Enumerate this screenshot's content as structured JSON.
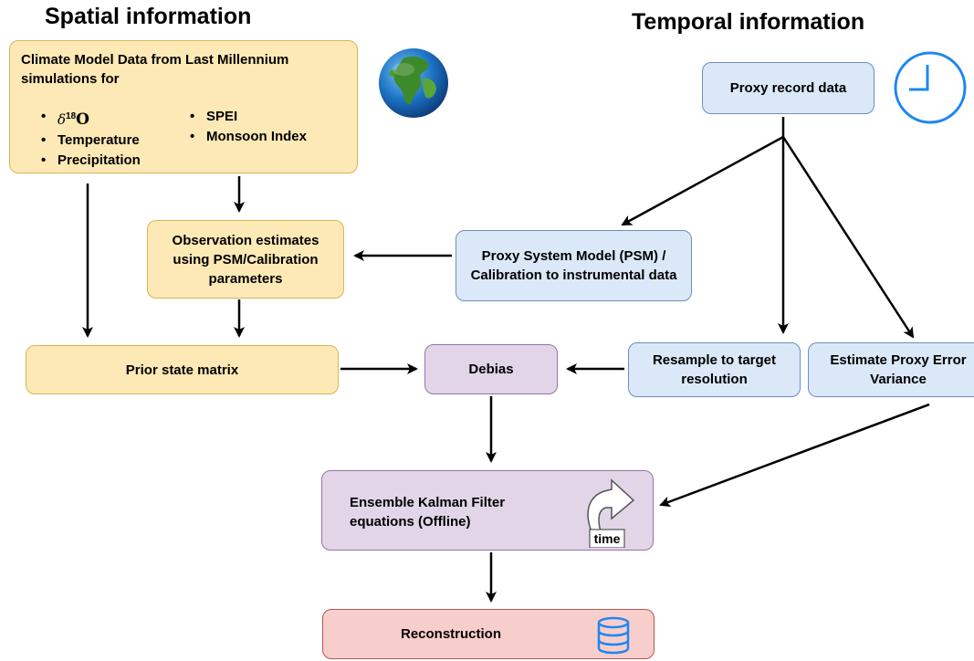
{
  "headings": {
    "spatial": "Spatial information",
    "temporal": "Temporal information"
  },
  "climate_model": {
    "title": "Climate Model Data from Last Millennium simulations for",
    "col1": [
      "Temperature",
      "Precipitation"
    ],
    "isotope": {
      "symbol": "δ",
      "mass": "18",
      "element": "O"
    },
    "col2": [
      "SPEI",
      "Monsoon Index"
    ]
  },
  "nodes": {
    "observation": "Observation estimates using PSM/Calibration parameters",
    "prior": "Prior state matrix",
    "debias": "Debias",
    "proxy_record": "Proxy record data",
    "psm": "Proxy System Model (PSM) / Calibration to instrumental data",
    "resample": "Resample to target resolution",
    "error_variance": "Estimate Proxy Error Variance",
    "enkf": "Ensemble Kalman Filter equations (Offline)",
    "time_icon_label": "time",
    "reconstruction": "Reconstruction"
  },
  "icons": [
    "globe-icon",
    "clock-icon",
    "time-arrow-icon",
    "database-icon"
  ],
  "colors": {
    "yellow_fill": "#fde9b5",
    "blue_fill": "#dbe8f8",
    "purple_fill": "#e1d5e7",
    "red_fill": "#f8cecc",
    "icon_blue": "#1f87ef"
  }
}
